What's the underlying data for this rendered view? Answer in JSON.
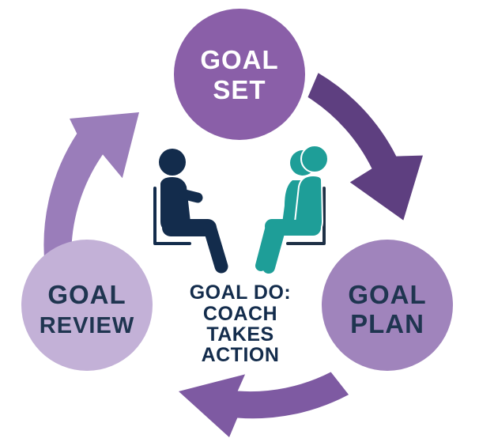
{
  "diagram": {
    "nodes": [
      {
        "id": "set",
        "lines": [
          "GOAL",
          "SET"
        ]
      },
      {
        "id": "plan",
        "lines": [
          "GOAL",
          "PLAN"
        ]
      },
      {
        "id": "review",
        "lines": [
          "GOAL",
          "REVIEW"
        ]
      }
    ],
    "center": {
      "lines": [
        "GOAL DO:",
        "COACH",
        "TAKES",
        "ACTION"
      ]
    },
    "colors": {
      "node_set": "#8A5FA8",
      "node_plan": "#A084BC",
      "node_review": "#C3B1D7",
      "node_text_light": "#FFFFFF",
      "node_text_dark": "#1F3550",
      "arrow_set_plan": "#5E3F80",
      "arrow_plan_review": "#7E5AA2",
      "arrow_review_set": "#9A7DBA",
      "coach_figure": "#132C4C",
      "client_figure": "#1E9E98",
      "center_text": "#132C4C"
    },
    "icons": [
      "coach-seated-icon",
      "client-seated-icon"
    ]
  }
}
